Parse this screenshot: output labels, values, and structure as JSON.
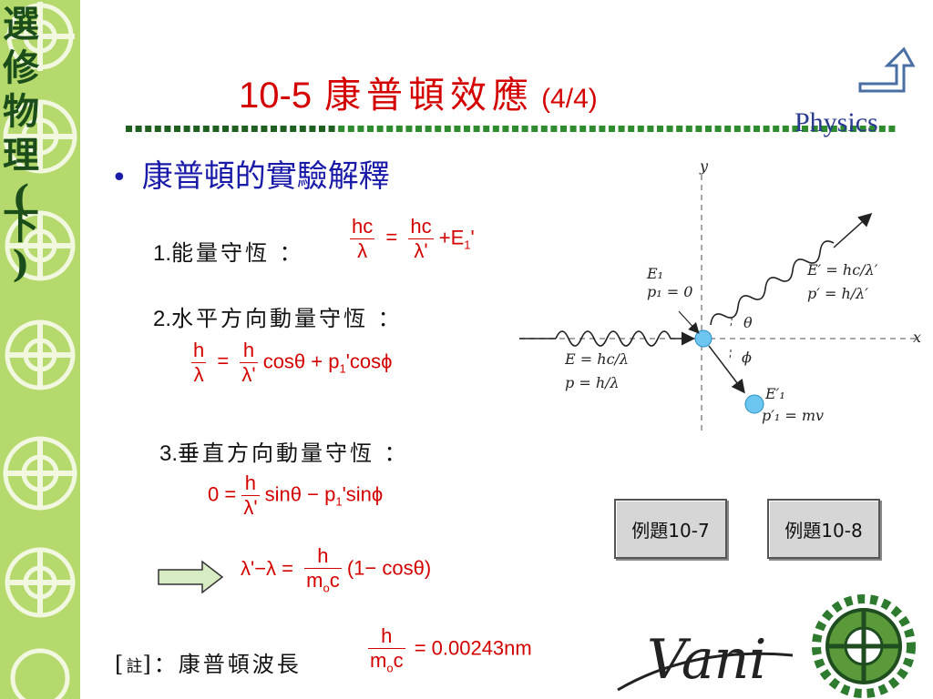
{
  "sidebar": {
    "chars": [
      "選",
      "修",
      "物",
      "理",
      "(",
      "下",
      ")"
    ]
  },
  "slide": {
    "title_number": "10-5",
    "title_text": "康普頓效應",
    "title_page": "(4/4)",
    "brand": "Physics",
    "bullet_symbol": "•",
    "bullet": "康普頓的實驗解釋",
    "item1_num": "1.",
    "item1_label": "能量守恆 ：",
    "item2_num": "2.",
    "item2_label": "水平方向動量守恆 ：",
    "item3_num": "3.",
    "item3_label": "垂直方向動量守恆 ：",
    "note_open": "[",
    "note_label": "註",
    "note_close": "]",
    "note_text": "：康普頓波長"
  },
  "equations": {
    "e1": {
      "num1": "hc",
      "den1": "λ",
      "eq": "=",
      "num2": "hc",
      "den2": "λ'",
      "plus": "+E",
      "sub": "1",
      "prime": "'"
    },
    "e2": {
      "num1": "h",
      "den1": "λ",
      "eq": "=",
      "num2": "h",
      "den2": "λ'",
      "rest1": "cosθ + p",
      "sub": "1",
      "rest2": "'cosϕ"
    },
    "e3": {
      "lhs": "0 =",
      "num": "h",
      "den": "λ'",
      "rest1": "sinθ − p",
      "sub": "1",
      "rest2": "'sinϕ"
    },
    "e4": {
      "lhs": "λ'−λ =",
      "num": "h",
      "den_m": "m",
      "den_sub": "o",
      "den_c": "c",
      "rest": "(1− cosθ)"
    },
    "e5": {
      "num": "h",
      "den_m": "m",
      "den_sub": "o",
      "den_c": "c",
      "rest": "= 0.00243nm"
    }
  },
  "diagram": {
    "axis_y": "y",
    "axis_x": "x",
    "e1": "E₁",
    "p1": "p₁ = 0",
    "E_in": "E = hc/λ",
    "p_in": "p = h/λ",
    "E_out": "E′ = hc/λ′",
    "p_out": "p′ = h/λ′",
    "theta": "θ",
    "phi": "ϕ",
    "E1p": "E′₁",
    "p1p": "p′₁ = mv"
  },
  "buttons": {
    "ex7": "例題10-7",
    "ex8": "例題10-8"
  },
  "logo_text": "Vani",
  "colors": {
    "accent": "#d40000",
    "bullet": "#1a1aa8",
    "sidebar": "#b5d96c",
    "dash": "#2e8b2e"
  }
}
